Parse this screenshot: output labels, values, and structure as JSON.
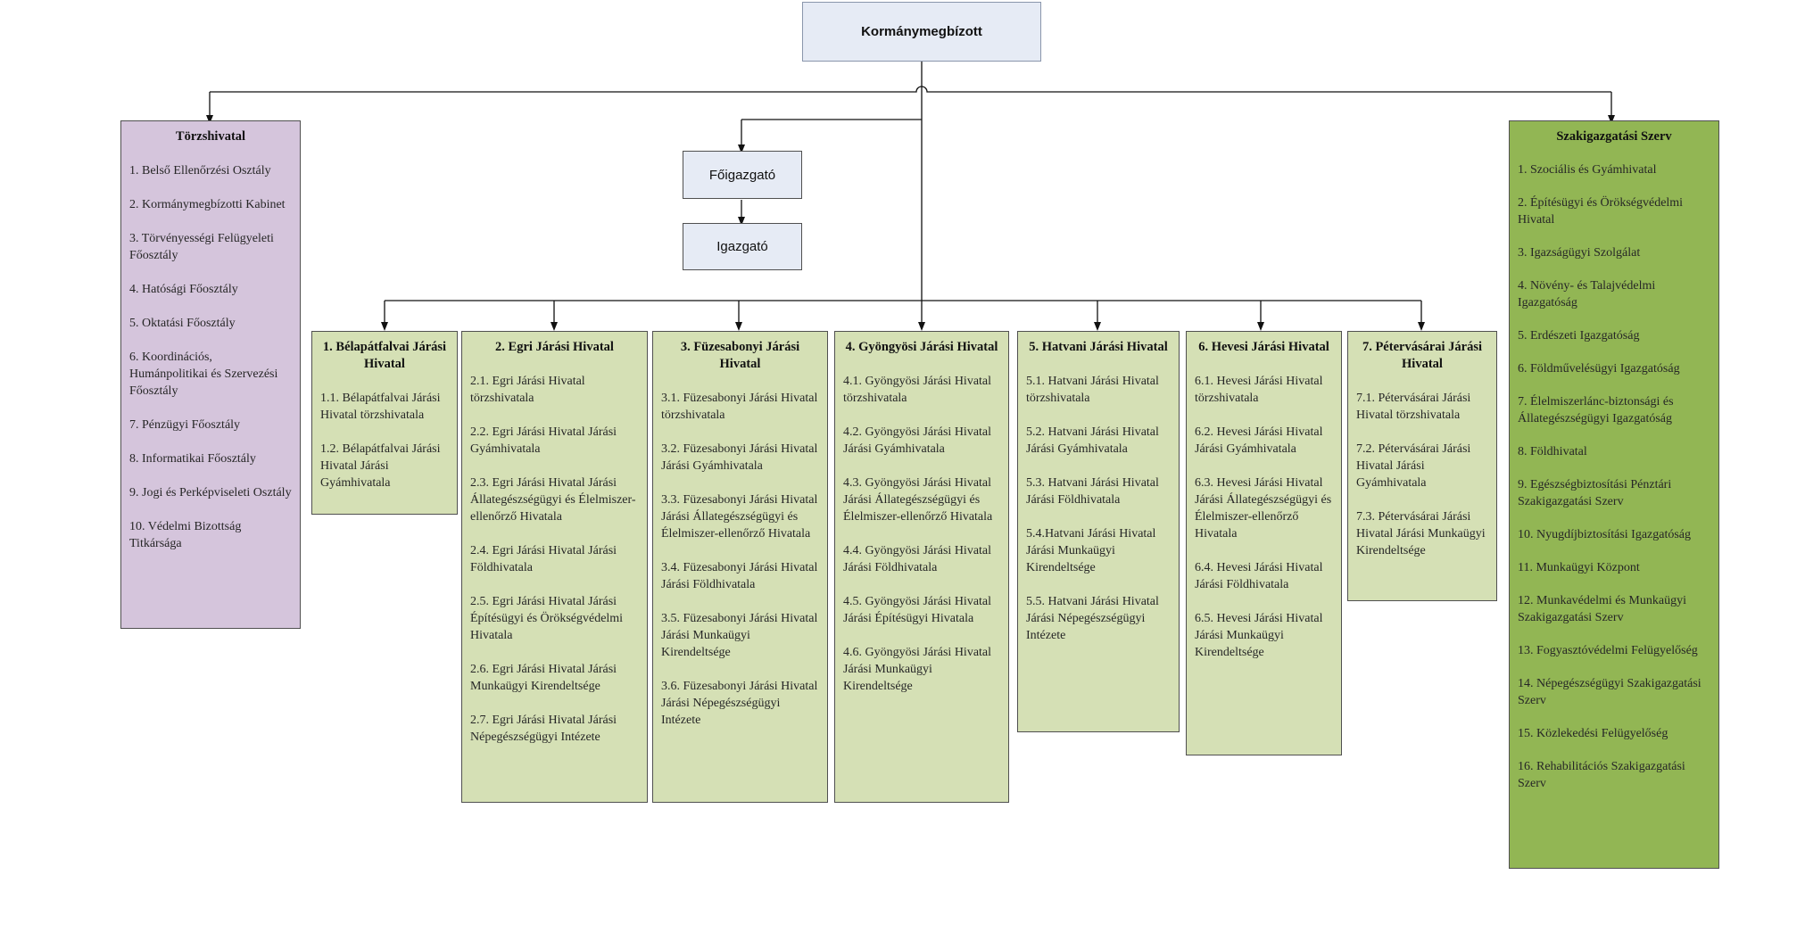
{
  "top": {
    "title": "Kormánymegbízott"
  },
  "foigazgato": {
    "label": "Főigazgató"
  },
  "igazgato": {
    "label": "Igazgató"
  },
  "torzshivatal": {
    "title": "Törzshivatal",
    "items": [
      "1. Belső Ellenőrzési Osztály",
      "2. Kormánymegbízotti Kabinet",
      "3. Törvényességi Felügyeleti Főosztály",
      "4. Hatósági Főosztály",
      "5. Oktatási Főosztály",
      "6. Koordinációs, Humánpolitikai és Szervezési Főosztály",
      "7. Pénzügyi Főosztály",
      "8. Informatikai Főosztály",
      "9. Jogi és Perképviseleti Osztály",
      "10. Védelmi Bizottság Titkársága"
    ]
  },
  "szakigazgatasi": {
    "title": "Szakigazgatási Szerv",
    "items": [
      "1. Szociális és Gyámhivatal",
      "2. Építésügyi és Örökségvédelmi Hivatal",
      "3. Igazságügyi Szolgálat",
      "4. Növény- és Talajvédelmi Igazgatóság",
      "5. Erdészeti Igazgatóság",
      "6. Földművelésügyi Igazgatóság",
      "7. Élelmiszerlánc-biztonsági és Állategészségügyi Igazgatóság",
      "8. Földhivatal",
      "9. Egészségbiztosítási Pénztári Szakigazgatási Szerv",
      "10. Nyugdíjbiztosítási Igazgatóság",
      "11. Munkaügyi Központ",
      "12. Munkavédelmi és Munkaügyi Szakigazgatási Szerv",
      "13. Fogyasztóvédelmi Felügyelőség",
      "14. Népegészségügyi Szakigazgatási Szerv",
      "15. Közlekedési Felügyelőség",
      "16. Rehabilitációs Szakigazgatási Szerv"
    ]
  },
  "jarasi": [
    {
      "title": "1. Bélapátfalvai Járási Hivatal",
      "items": [
        "1.1. Bélapátfalvai Járási Hivatal törzshivatala",
        "1.2. Bélapátfalvai Járási Hivatal Járási Gyámhivatala"
      ]
    },
    {
      "title": "2. Egri Járási Hivatal",
      "items": [
        "2.1. Egri Járási Hivatal törzshivatala",
        "2.2. Egri Járási Hivatal Járási Gyámhivatala",
        "2.3. Egri Járási Hivatal Járási Állategészségügyi és Élelmiszer-ellenőrző Hivatala",
        "2.4. Egri Járási Hivatal Járási Földhivatala",
        "2.5. Egri Járási Hivatal Járási Építésügyi és Örökségvédelmi Hivatala",
        "2.6. Egri Járási Hivatal Járási Munkaügyi Kirendeltsége",
        "2.7. Egri Járási Hivatal Járási Népegészségügyi Intézete"
      ]
    },
    {
      "title": "3. Füzesabonyi Járási Hivatal",
      "items": [
        "3.1. Füzesabonyi Járási Hivatal törzshivatala",
        "3.2. Füzesabonyi Járási Hivatal Járási Gyámhivatala",
        "3.3. Füzesabonyi Járási Hivatal Járási Állategészségügyi és Élelmiszer-ellenőrző Hivatala",
        "3.4. Füzesabonyi Járási Hivatal Járási Földhivatala",
        "3.5. Füzesabonyi Járási Hivatal Járási Munkaügyi Kirendeltsége",
        "3.6. Füzesabonyi Járási Hivatal Járási Népegészségügyi Intézete"
      ]
    },
    {
      "title": "4. Gyöngyösi Járási Hivatal",
      "items": [
        "4.1. Gyöngyösi Járási Hivatal törzshivatala",
        "4.2. Gyöngyösi Járási Hivatal Járási Gyámhivatala",
        "4.3. Gyöngyösi Járási Hivatal Járási Állategészségügyi és Élelmiszer-ellenőrző Hivatala",
        "4.4. Gyöngyösi Járási Hivatal Járási Földhivatala",
        "4.5. Gyöngyösi Járási Hivatal Járási Építésügyi Hivatala",
        "4.6. Gyöngyösi Járási Hivatal Járási Munkaügyi Kirendeltsége"
      ]
    },
    {
      "title": "5. Hatvani Járási Hivatal",
      "items": [
        "5.1. Hatvani Járási Hivatal törzshivatala",
        "5.2. Hatvani Járási Hivatal Járási Gyámhivatala",
        "5.3. Hatvani Járási Hivatal Járási Földhivatala",
        "5.4.Hatvani Járási Hivatal Járási Munkaügyi Kirendeltsége",
        "5.5. Hatvani Járási Hivatal Járási Népegészségügyi Intézete"
      ]
    },
    {
      "title": "6. Hevesi Járási Hivatal",
      "items": [
        "6.1. Hevesi Járási Hivatal törzshivatala",
        "6.2. Hevesi Járási Hivatal Járási Gyámhivatala",
        "6.3. Hevesi Járási Hivatal Járási Állategészségügyi és Élelmiszer-ellenőrző Hivatala",
        "6.4. Hevesi Járási Hivatal Járási Földhivatala",
        "6.5. Hevesi Járási Hivatal Járási Munkaügyi Kirendeltsége"
      ]
    },
    {
      "title": "7. Pétervásárai Járási Hivatal",
      "items": [
        "7.1. Pétervásárai Járási Hivatal törzshivatala",
        "7.2. Pétervásárai Járási Hivatal Járási Gyámhivatala",
        "7.3. Pétervásárai Járási Hivatal Járási Munkaügyi Kirendeltsége"
      ]
    }
  ]
}
